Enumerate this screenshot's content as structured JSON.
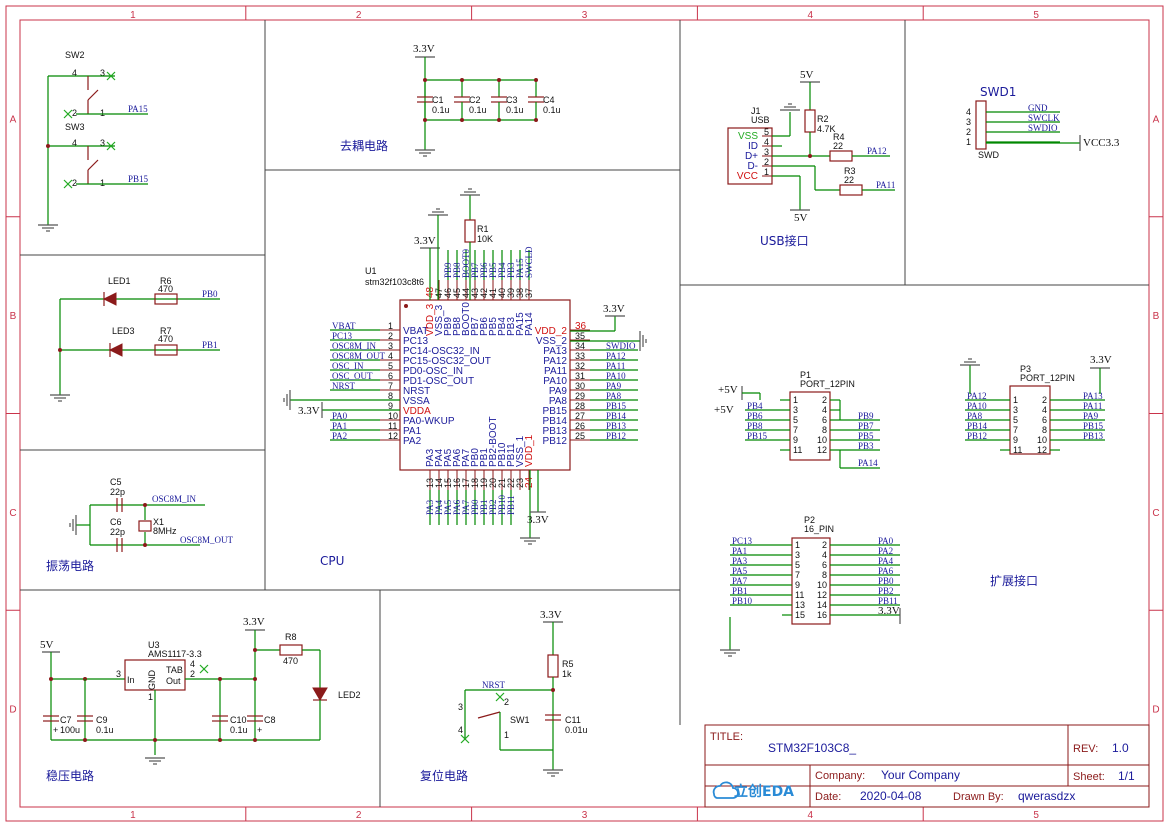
{
  "frame": {
    "columns": [
      "1",
      "2",
      "3",
      "4",
      "5"
    ],
    "rows": [
      "A",
      "B",
      "C",
      "D"
    ]
  },
  "sections": {
    "decoupling": "去耦电路",
    "usb": "USB接口",
    "cpu": "CPU",
    "oscillator": "振荡电路",
    "regulator": "稳压电路",
    "reset": "复位电路",
    "expansion": "扩展接口"
  },
  "switches": {
    "sw2": {
      "ref": "SW2",
      "net": "PA15",
      "p4": "4",
      "p3": "3",
      "p2": "2",
      "p1": "1"
    },
    "sw3": {
      "ref": "SW3",
      "net": "PB15",
      "p4": "4",
      "p3": "3",
      "p2": "2",
      "p1": "1"
    }
  },
  "leds": {
    "led1": {
      "ref": "LED1",
      "res": "R6",
      "val": "470",
      "net": "PB0"
    },
    "led3": {
      "ref": "LED3",
      "res": "R7",
      "val": "470",
      "net": "PB1"
    }
  },
  "decoupling": {
    "supply": "3.3V",
    "caps": [
      {
        "ref": "C1",
        "val": "0.1u"
      },
      {
        "ref": "C2",
        "val": "0.1u"
      },
      {
        "ref": "C3",
        "val": "0.1u"
      },
      {
        "ref": "C4",
        "val": "0.1u"
      }
    ]
  },
  "usb": {
    "conn_ref": "J1",
    "conn_type": "USB",
    "supply": "5V",
    "r2": {
      "ref": "R2",
      "val": "4.7K"
    },
    "r4": {
      "ref": "R4",
      "val": "22",
      "net": "PA12"
    },
    "r3": {
      "ref": "R3",
      "val": "22",
      "net": "PA11"
    },
    "gnd5v": "5V",
    "pins": [
      {
        "name": "VSS",
        "num": "5"
      },
      {
        "name": "ID",
        "num": "4"
      },
      {
        "name": "D+",
        "num": "3"
      },
      {
        "name": "D-",
        "num": "2"
      },
      {
        "name": "VCC",
        "num": "1"
      }
    ]
  },
  "swd": {
    "ref": "SWD1",
    "name": "SWD",
    "vcc": "VCC3.3",
    "pins": [
      {
        "num": "4",
        "net": "GND"
      },
      {
        "num": "3",
        "net": "SWCLK"
      },
      {
        "num": "2",
        "net": "SWDIO"
      },
      {
        "num": "1",
        "net": ""
      }
    ]
  },
  "mcu": {
    "ref": "U1",
    "part": "stm32f103c8t6",
    "r1": {
      "ref": "R1",
      "val": "10K"
    },
    "supply_top": "3.3V",
    "supply_right": "3.3V",
    "supply_left": "3.3V",
    "supply_bottom": "3.3V",
    "left_pins": [
      {
        "num": "1",
        "name": "VBAT",
        "net": "VBAT"
      },
      {
        "num": "2",
        "name": "PC13",
        "net": "PC13"
      },
      {
        "num": "3",
        "name": "PC14-OSC32_IN",
        "net": "OSC8M_IN"
      },
      {
        "num": "4",
        "name": "PC15-OSC32_OUT",
        "net": "OSC8M_OUT"
      },
      {
        "num": "5",
        "name": "PD0-OSC_IN",
        "net": "OSC_IN"
      },
      {
        "num": "6",
        "name": "PD1-OSC_OUT",
        "net": "OSC_OUT"
      },
      {
        "num": "7",
        "name": "NRST",
        "net": "NRST"
      },
      {
        "num": "8",
        "name": "VSSA",
        "net": ""
      },
      {
        "num": "9",
        "name": "VDDA",
        "net": ""
      },
      {
        "num": "10",
        "name": "PA0-WKUP",
        "net": "PA0"
      },
      {
        "num": "11",
        "name": "PA1",
        "net": "PA1"
      },
      {
        "num": "12",
        "name": "PA2",
        "net": "PA2"
      }
    ],
    "right_pins": [
      {
        "num": "36",
        "name": "VDD_2",
        "net": ""
      },
      {
        "num": "35",
        "name": "VSS_2",
        "net": ""
      },
      {
        "num": "34",
        "name": "PA13",
        "net": "SWDIO"
      },
      {
        "num": "33",
        "name": "PA12",
        "net": "PA12"
      },
      {
        "num": "32",
        "name": "PA11",
        "net": "PA11"
      },
      {
        "num": "31",
        "name": "PA10",
        "net": "PA10"
      },
      {
        "num": "30",
        "name": "PA9",
        "net": "PA9"
      },
      {
        "num": "29",
        "name": "PA8",
        "net": "PA8"
      },
      {
        "num": "28",
        "name": "PB15",
        "net": "PB15"
      },
      {
        "num": "27",
        "name": "PB14",
        "net": "PB14"
      },
      {
        "num": "26",
        "name": "PB13",
        "net": "PB13"
      },
      {
        "num": "25",
        "name": "PB12",
        "net": "PB12"
      }
    ],
    "top_pins": [
      {
        "num": "48",
        "name": "VDD_3",
        "net": ""
      },
      {
        "num": "47",
        "name": "VSS_3",
        "net": ""
      },
      {
        "num": "46",
        "name": "PB9",
        "net": "PB9"
      },
      {
        "num": "45",
        "name": "PB8",
        "net": "PB8"
      },
      {
        "num": "44",
        "name": "BOOT0",
        "net": "BOOT0"
      },
      {
        "num": "43",
        "name": "PB7",
        "net": "PB7"
      },
      {
        "num": "42",
        "name": "PB6",
        "net": "PB6"
      },
      {
        "num": "41",
        "name": "PB5",
        "net": "PB5"
      },
      {
        "num": "40",
        "name": "PB4",
        "net": "PB4"
      },
      {
        "num": "39",
        "name": "PB3",
        "net": "PB3"
      },
      {
        "num": "38",
        "name": "PA15",
        "net": "PA15"
      },
      {
        "num": "37",
        "name": "PA14",
        "net": "SWCLD"
      }
    ],
    "bottom_pins": [
      {
        "num": "13",
        "name": "PA3",
        "net": "PA3"
      },
      {
        "num": "14",
        "name": "PA4",
        "net": "PA4"
      },
      {
        "num": "15",
        "name": "PA5",
        "net": "PA5"
      },
      {
        "num": "16",
        "name": "PA6",
        "net": "PA6"
      },
      {
        "num": "17",
        "name": "PA7",
        "net": "PA7"
      },
      {
        "num": "18",
        "name": "PB0",
        "net": "PB0"
      },
      {
        "num": "19",
        "name": "PB1",
        "net": "PB1"
      },
      {
        "num": "20",
        "name": "PB2-BOOT",
        "net": "PB2"
      },
      {
        "num": "21",
        "name": "PB10",
        "net": "PB10"
      },
      {
        "num": "22",
        "name": "PB11",
        "net": "PB11"
      },
      {
        "num": "23",
        "name": "VSS_1",
        "net": ""
      },
      {
        "num": "24",
        "name": "VDD_1",
        "net": ""
      }
    ]
  },
  "oscillator": {
    "c5": {
      "ref": "C5",
      "val": "22p"
    },
    "c6": {
      "ref": "C6",
      "val": "22p"
    },
    "x1": {
      "ref": "X1",
      "val": "8MHz"
    },
    "net_in": "OSC8M_IN",
    "net_out": "OSC8M_OUT"
  },
  "regulator": {
    "in_supply": "5V",
    "out_supply": "3.3V",
    "u3": {
      "ref": "U3",
      "part": "AMS1117-3.3",
      "pin_in": "In",
      "pin_gnd": "GND",
      "pin_tab": "TAB",
      "pin_out": "Out",
      "n3": "3",
      "n4": "4",
      "n2": "2",
      "n1": "1"
    },
    "c7": {
      "ref": "C7",
      "val": "100u"
    },
    "c9": {
      "ref": "C9",
      "val": "0.1u"
    },
    "c10": {
      "ref": "C10",
      "val": "0.1u"
    },
    "c8": {
      "ref": "C8",
      "val": ""
    },
    "r8": {
      "ref": "R8",
      "val": "470"
    },
    "led2": {
      "ref": "LED2"
    },
    "plus": "+"
  },
  "reset": {
    "supply": "3.3V",
    "r5": {
      "ref": "R5",
      "val": "1k"
    },
    "c11": {
      "ref": "C11",
      "val": "0.01u"
    },
    "sw1": {
      "ref": "SW1",
      "p3": "3",
      "p4": "4",
      "p2": "2",
      "p1": "1"
    },
    "net": "NRST"
  },
  "headers": {
    "p1": {
      "ref": "P1",
      "type": "PORT_12PIN",
      "left": [
        {
          "num": "1",
          "net": "+5V"
        },
        {
          "num": "3",
          "net": "PB4"
        },
        {
          "num": "5",
          "net": "PB6"
        },
        {
          "num": "7",
          "net": "PB8"
        },
        {
          "num": "9",
          "net": "PB15"
        },
        {
          "num": "11",
          "net": ""
        }
      ],
      "right": [
        {
          "num": "2",
          "net": ""
        },
        {
          "num": "4",
          "net": ""
        },
        {
          "num": "6",
          "net": "PB9"
        },
        {
          "num": "8",
          "net": "PB7"
        },
        {
          "num": "10",
          "net": "PB5"
        },
        {
          "num": "12",
          "net": "PB3"
        }
      ],
      "extra_net": "PA14",
      "pwr1": "+5V",
      "pwr2": "+5V"
    },
    "p2": {
      "ref": "P2",
      "type": "16_PIN",
      "left": [
        {
          "num": "1",
          "net": "PC13"
        },
        {
          "num": "3",
          "net": "PA1"
        },
        {
          "num": "5",
          "net": "PA3"
        },
        {
          "num": "7",
          "net": "PA5"
        },
        {
          "num": "9",
          "net": "PA7"
        },
        {
          "num": "11",
          "net": "PB1"
        },
        {
          "num": "13",
          "net": "PB10"
        },
        {
          "num": "15",
          "net": ""
        }
      ],
      "right": [
        {
          "num": "2",
          "net": "PA0"
        },
        {
          "num": "4",
          "net": "PA2"
        },
        {
          "num": "6",
          "net": "PA4"
        },
        {
          "num": "8",
          "net": "PA6"
        },
        {
          "num": "10",
          "net": "PB0"
        },
        {
          "num": "12",
          "net": "PB2"
        },
        {
          "num": "14",
          "net": "PB11"
        },
        {
          "num": "16",
          "net": "3.3V"
        }
      ]
    },
    "p3": {
      "ref": "P3",
      "type": "PORT_12PIN",
      "supply": "3.3V",
      "left": [
        {
          "num": "1",
          "net": "PA12"
        },
        {
          "num": "3",
          "net": "PA10"
        },
        {
          "num": "5",
          "net": "PA8"
        },
        {
          "num": "7",
          "net": "PB14"
        },
        {
          "num": "9",
          "net": "PB12"
        },
        {
          "num": "11",
          "net": ""
        }
      ],
      "right": [
        {
          "num": "2",
          "net": "PA13"
        },
        {
          "num": "4",
          "net": "PA11"
        },
        {
          "num": "6",
          "net": "PA9"
        },
        {
          "num": "8",
          "net": "PB15"
        },
        {
          "num": "10",
          "net": "PB13"
        },
        {
          "num": "12",
          "net": ""
        }
      ]
    }
  },
  "title_block": {
    "title_label": "TITLE:",
    "title": "STM32F103C8_",
    "rev_label": "REV:",
    "rev": "1.0",
    "company_label": "Company:",
    "company": "Your Company",
    "sheet_label": "Sheet:",
    "sheet": "1/1",
    "date_label": "Date:",
    "date": "2020-04-08",
    "drawn_label": "Drawn By:",
    "drawn": "qwerasdzx",
    "logo_text": "立创EDA"
  }
}
